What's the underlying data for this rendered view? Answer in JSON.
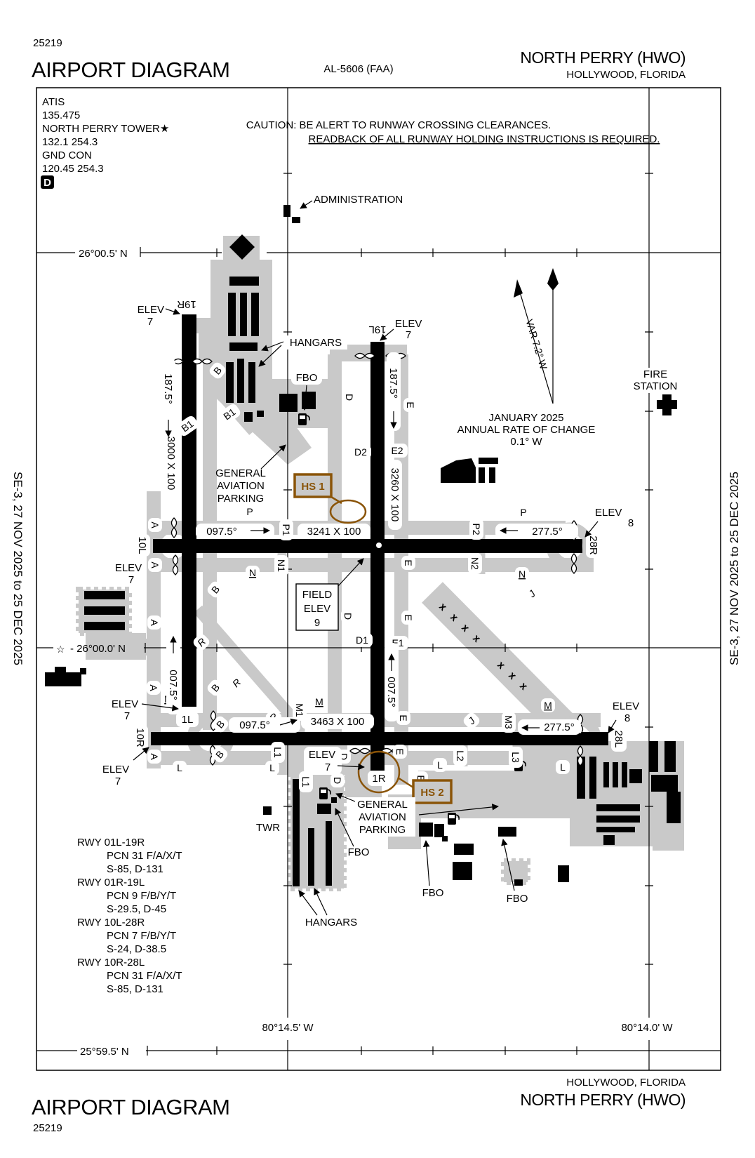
{
  "colors": {
    "pavement": "#c9c9c9",
    "hotspot": "#8a5408"
  },
  "header": {
    "chart_code": "25219",
    "title": "AIRPORT DIAGRAM",
    "procedure_id": "AL-5606 (FAA)",
    "airport": "NORTH PERRY (HWO)",
    "city": "HOLLYWOOD, FLORIDA"
  },
  "comm": {
    "atis_label": "ATIS",
    "atis_freq": "135.475",
    "tower_label": "NORTH PERRY TOWER★",
    "tower_freq": "132.1 254.3",
    "ground_label": "GND CON",
    "ground_freq": "120.45 254.3",
    "datis_symbol": "D"
  },
  "caution": {
    "line1": "CAUTION: BE ALERT TO RUNWAY CROSSING CLEARANCES.",
    "line2": "READBACK OF ALL RUNWAY HOLDING INSTRUCTIONS IS REQUIRED."
  },
  "graticule": {
    "lat_top": "26°00.5' N",
    "lat_mid": "- 26°00.0' N",
    "lat_bottom": "25°59.5' N",
    "lon_left": "80°14.5' W",
    "lon_right": "80°14.0' W",
    "star": "☆"
  },
  "compass": {
    "variation": "VAR 7.2° W",
    "date": "JANUARY 2025",
    "rate_label": "ANNUAL RATE OF CHANGE",
    "rate_value": "0.1° W"
  },
  "annotations": {
    "administration": "ADMINISTRATION",
    "hangars": "HANGARS",
    "fbo": "FBO",
    "twr": "TWR",
    "fire1": "FIRE",
    "fire2": "STATION",
    "ga1": "GENERAL",
    "ga2": "AVIATION",
    "ga3": "PARKING",
    "field1": "FIELD",
    "field2": "ELEV",
    "field3": "9",
    "elev": "ELEV",
    "elev7": "7",
    "elev8": "8"
  },
  "runways": {
    "r19R": "19R",
    "r19L": "19L",
    "r1L": "1L",
    "r1R": "1R",
    "r10L": "10L",
    "r10R": "10R",
    "r28R": "28R",
    "r28L": "28L",
    "hdg187": "187.5°",
    "hdg097": "097.5°",
    "hdg277": "277.5°",
    "hdg007": "007.5°",
    "dim_10L28R": "3241 X 100",
    "dim_10R28L": "3463 X 100",
    "dim_1L19R": "3000 X 100",
    "dim_1R19L": "3260 X 100"
  },
  "taxiways": {
    "A": "A",
    "B": "B",
    "B1": "B1",
    "D": "D",
    "D1": "D1",
    "D2": "D2",
    "E": "E",
    "E1": "E1",
    "E2": "E2",
    "J": "J",
    "L": "L",
    "L1": "L1",
    "L2": "L2",
    "L3": "L3",
    "M": "M",
    "M1": "M1",
    "M3": "M3",
    "N": "N",
    "N1": "N1",
    "N2": "N2",
    "P": "P",
    "P1": "P1",
    "P2": "P2",
    "R": "R"
  },
  "hotspots": {
    "hs1": "HS 1",
    "hs2": "HS 2"
  },
  "runway_data": [
    {
      "rwy": "RWY 01L-19R",
      "pcn": "PCN 31 F/A/X/T",
      "strength": "S-85, D-131"
    },
    {
      "rwy": "RWY 01R-19L",
      "pcn": "PCN 9 F/B/Y/T",
      "strength": "S-29.5, D-45"
    },
    {
      "rwy": "RWY 10L-28R",
      "pcn": "PCN 7 F/B/Y/T",
      "strength": "S-24, D-38.5"
    },
    {
      "rwy": "RWY 10R-28L",
      "pcn": "PCN 31 F/A/X/T",
      "strength": "S-85, D-131"
    }
  ],
  "sidebar": {
    "left": "SE-3,  27 NOV 2025  to  25 DEC 2025",
    "right": "SE-3,  27 NOV 2025  to  25 DEC 2025"
  },
  "footer": {
    "title": "AIRPORT DIAGRAM",
    "chart_code": "25219",
    "city": "HOLLYWOOD, FLORIDA",
    "airport": "NORTH PERRY (HWO)"
  }
}
